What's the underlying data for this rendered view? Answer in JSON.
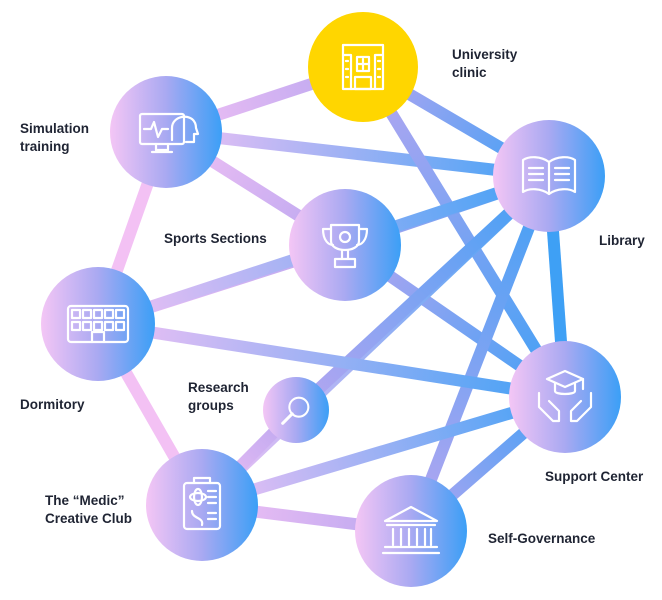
{
  "colors": {
    "blue": "#3ea0f5",
    "pink": "#f3c1f4",
    "lavender": "#b8a6f0",
    "highlight": "#ffd600",
    "icon_stroke": "#ffffff",
    "text": "#1f2433"
  },
  "nodes": [
    {
      "id": "clinic",
      "label": "University\nclinic",
      "icon": "hospital-icon",
      "highlight": true
    },
    {
      "id": "simulation",
      "label": "Simulation\ntraining",
      "icon": "monitor-head-icon",
      "highlight": false
    },
    {
      "id": "library",
      "label": "Library",
      "icon": "open-book-icon",
      "highlight": false
    },
    {
      "id": "sports",
      "label": "Sports Sections",
      "icon": "trophy-icon",
      "highlight": false
    },
    {
      "id": "dormitory",
      "label": "Dormitory",
      "icon": "building-icon",
      "highlight": false
    },
    {
      "id": "research",
      "label": "Research\ngroups",
      "icon": "magnifier-icon",
      "highlight": false
    },
    {
      "id": "support",
      "label": "Support Center",
      "icon": "graduation-hands-icon",
      "highlight": false
    },
    {
      "id": "medic",
      "label": "The “Medic”\nCreative Club",
      "icon": "clipboard-icon",
      "highlight": false
    },
    {
      "id": "selfgov",
      "label": "Self-Governance",
      "icon": "government-building-icon",
      "highlight": false
    }
  ],
  "edges": [
    [
      "simulation",
      "clinic"
    ],
    [
      "simulation",
      "library"
    ],
    [
      "simulation",
      "sports"
    ],
    [
      "simulation",
      "dormitory"
    ],
    [
      "clinic",
      "library"
    ],
    [
      "clinic",
      "support"
    ],
    [
      "sports",
      "library"
    ],
    [
      "sports",
      "support"
    ],
    [
      "sports",
      "dormitory"
    ],
    [
      "library",
      "dormitory"
    ],
    [
      "library",
      "support"
    ],
    [
      "library",
      "medic"
    ],
    [
      "library",
      "research"
    ],
    [
      "library",
      "selfgov"
    ],
    [
      "dormitory",
      "support"
    ],
    [
      "dormitory",
      "medic"
    ],
    [
      "medic",
      "research"
    ],
    [
      "medic",
      "support"
    ],
    [
      "medic",
      "selfgov"
    ],
    [
      "selfgov",
      "support"
    ]
  ]
}
